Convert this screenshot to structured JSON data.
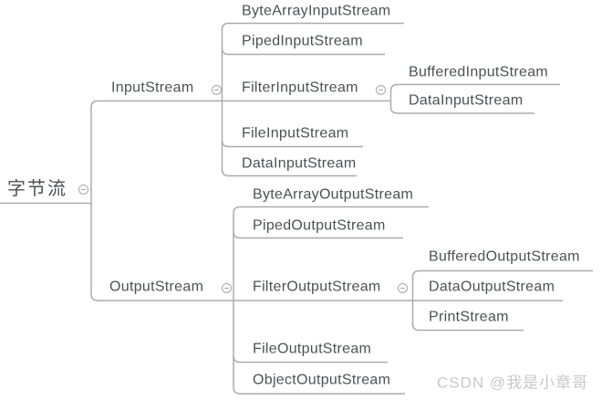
{
  "mindmap": {
    "root": {
      "label": "字节流"
    },
    "branches": [
      {
        "label": "InputStream",
        "children": [
          {
            "label": "ByteArrayInputStream"
          },
          {
            "label": "PipedInputStream"
          },
          {
            "label": "FilterInputStream",
            "children": [
              {
                "label": "BufferedInputStream"
              },
              {
                "label": "DataInputStream"
              }
            ]
          },
          {
            "label": "FileInputStream"
          },
          {
            "label": "DataInputStream"
          }
        ]
      },
      {
        "label": "OutputStream",
        "children": [
          {
            "label": "ByteArrayOutputStream"
          },
          {
            "label": "PipedOutputStream"
          },
          {
            "label": "FilterOutputStream",
            "children": [
              {
                "label": "BufferedOutputStream"
              },
              {
                "label": "DataOutputStream"
              },
              {
                "label": "PrintStream"
              }
            ]
          },
          {
            "label": "FileOutputStream"
          },
          {
            "label": "ObjectOutputStream"
          }
        ]
      }
    ]
  },
  "icons": {
    "collapse": "minus-circle"
  },
  "colors": {
    "background": "#ffffff",
    "topic_text": "#4d5156",
    "connector_line": "#ababab",
    "collapse_icon": "#a6a6a6",
    "watermark_text": "#c8c8c8"
  },
  "watermark": {
    "text": "CSDN @我是小章哥"
  }
}
